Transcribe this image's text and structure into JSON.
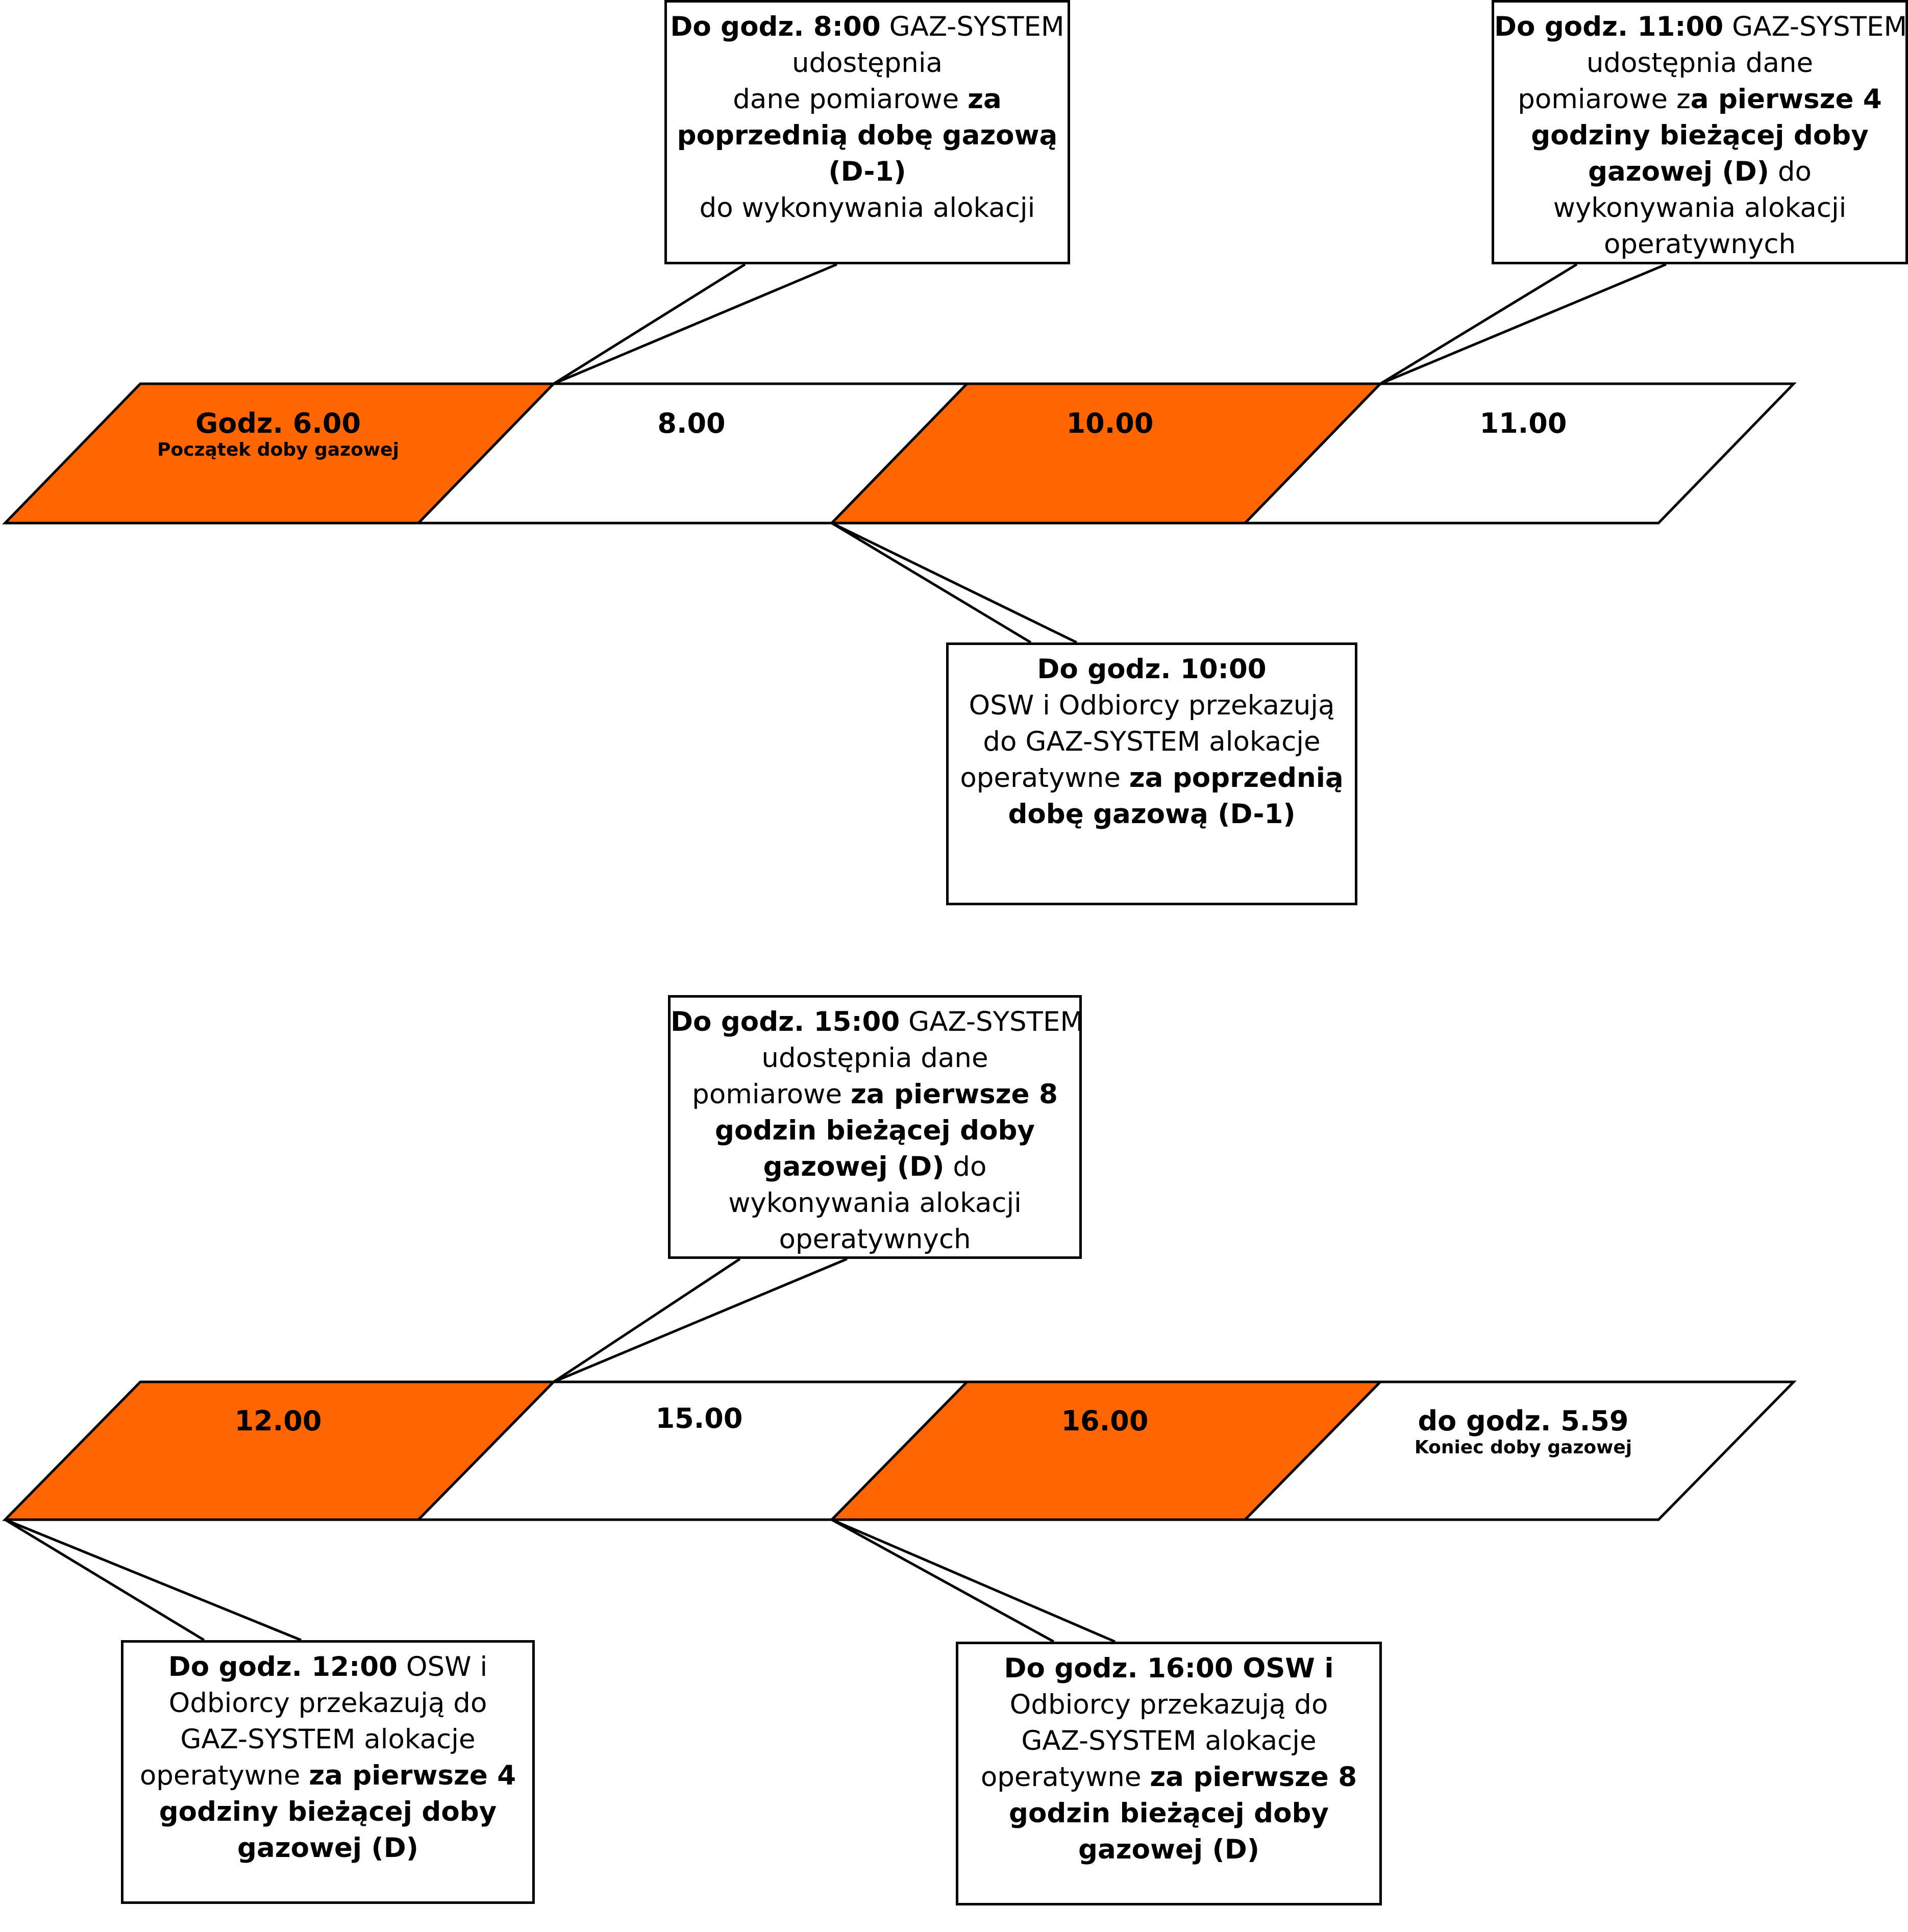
{
  "colors": {
    "accent": "#ff6600",
    "stroke": "#000000",
    "fill": "#ffffff"
  },
  "timeline_top": [
    {
      "id": "seg-0600",
      "label": "Godz. 6.00",
      "sublabel": "Początek doby gazowej",
      "highlight": true
    },
    {
      "id": "seg-0800",
      "label": "8.00",
      "sublabel": "",
      "highlight": false
    },
    {
      "id": "seg-1000",
      "label": "10.00",
      "sublabel": "",
      "highlight": true
    },
    {
      "id": "seg-1100",
      "label": "11.00",
      "sublabel": "",
      "highlight": false
    }
  ],
  "timeline_bottom": [
    {
      "id": "seg-1200",
      "label": "12.00",
      "sublabel": "",
      "highlight": true
    },
    {
      "id": "seg-1500",
      "label": "15.00",
      "sublabel": "",
      "highlight": false
    },
    {
      "id": "seg-1600",
      "label": "16.00",
      "sublabel": "",
      "highlight": true
    },
    {
      "id": "seg-0559",
      "label": "do godz. 5.59",
      "sublabel": "Koniec doby gazowej",
      "highlight": false
    }
  ],
  "callouts": [
    {
      "id": "callout-0800",
      "lines": [
        [
          {
            "t": "Do godz. 8:00",
            "b": true
          },
          {
            "t": " GAZ-SYSTEM",
            "b": false
          }
        ],
        [
          {
            "t": "udostępnia",
            "b": false
          }
        ],
        [
          {
            "t": "dane pomiarowe ",
            "b": false
          },
          {
            "t": "za",
            "b": true
          }
        ],
        [
          {
            "t": "poprzednią dobę gazową",
            "b": true
          }
        ],
        [
          {
            "t": "(D-1)",
            "b": true
          }
        ],
        [
          {
            "t": "do wykonywania alokacji",
            "b": false
          }
        ]
      ]
    },
    {
      "id": "callout-1100",
      "lines": [
        [
          {
            "t": "Do godz. 11:00",
            "b": true
          },
          {
            "t": " GAZ-SYSTEM",
            "b": false
          }
        ],
        [
          {
            "t": "udostępnia dane",
            "b": false
          }
        ],
        [
          {
            "t": "pomiarowe z",
            "b": false
          },
          {
            "t": "a pierwsze 4",
            "b": true
          }
        ],
        [
          {
            "t": "godziny bieżącej doby",
            "b": true
          }
        ],
        [
          {
            "t": "gazowej (D)",
            "b": true
          },
          {
            "t": " do",
            "b": false
          }
        ],
        [
          {
            "t": "wykonywania alokacji",
            "b": false
          }
        ],
        [
          {
            "t": "operatywnych",
            "b": false
          }
        ]
      ]
    },
    {
      "id": "callout-1000",
      "lines": [
        [
          {
            "t": "Do godz. 10:00",
            "b": true
          }
        ],
        [
          {
            "t": "OSW i Odbiorcy przekazują",
            "b": false
          }
        ],
        [
          {
            "t": "do GAZ-SYSTEM alokacje",
            "b": false
          }
        ],
        [
          {
            "t": "operatywne ",
            "b": false
          },
          {
            "t": "za poprzednią",
            "b": true
          }
        ],
        [
          {
            "t": "dobę gazową (D-1)",
            "b": true
          }
        ]
      ]
    },
    {
      "id": "callout-1500",
      "lines": [
        [
          {
            "t": "Do godz. 15:00",
            "b": true
          },
          {
            "t": " GAZ-SYSTEM",
            "b": false
          }
        ],
        [
          {
            "t": "udostępnia dane",
            "b": false
          }
        ],
        [
          {
            "t": "pomiarowe ",
            "b": false
          },
          {
            "t": "za pierwsze 8",
            "b": true
          }
        ],
        [
          {
            "t": "godzin bieżącej doby",
            "b": true
          }
        ],
        [
          {
            "t": "gazowej (D)",
            "b": true
          },
          {
            "t": " do",
            "b": false
          }
        ],
        [
          {
            "t": "wykonywania alokacji",
            "b": false
          }
        ],
        [
          {
            "t": "operatywnych",
            "b": false
          }
        ]
      ]
    },
    {
      "id": "callout-1200",
      "lines": [
        [
          {
            "t": "Do godz. 12:00",
            "b": true
          },
          {
            "t": " OSW i",
            "b": false
          }
        ],
        [
          {
            "t": "Odbiorcy przekazują do",
            "b": false
          }
        ],
        [
          {
            "t": "GAZ-SYSTEM alokacje",
            "b": false
          }
        ],
        [
          {
            "t": "operatywne ",
            "b": false
          },
          {
            "t": "za pierwsze 4",
            "b": true
          }
        ],
        [
          {
            "t": "godziny bieżącej doby",
            "b": true
          }
        ],
        [
          {
            "t": "gazowej (D)",
            "b": true
          }
        ]
      ]
    },
    {
      "id": "callout-1600",
      "lines": [
        [
          {
            "t": "Do godz. 16:00 OSW i",
            "b": true
          }
        ],
        [
          {
            "t": "Odbiorcy przekazują do",
            "b": false
          }
        ],
        [
          {
            "t": "GAZ-SYSTEM alokacje",
            "b": false
          }
        ],
        [
          {
            "t": "operatywne ",
            "b": false
          },
          {
            "t": "za pierwsze 8",
            "b": true
          }
        ],
        [
          {
            "t": "godzin bieżącej doby",
            "b": true
          }
        ],
        [
          {
            "t": "gazowej (D)",
            "b": true
          }
        ]
      ]
    }
  ]
}
